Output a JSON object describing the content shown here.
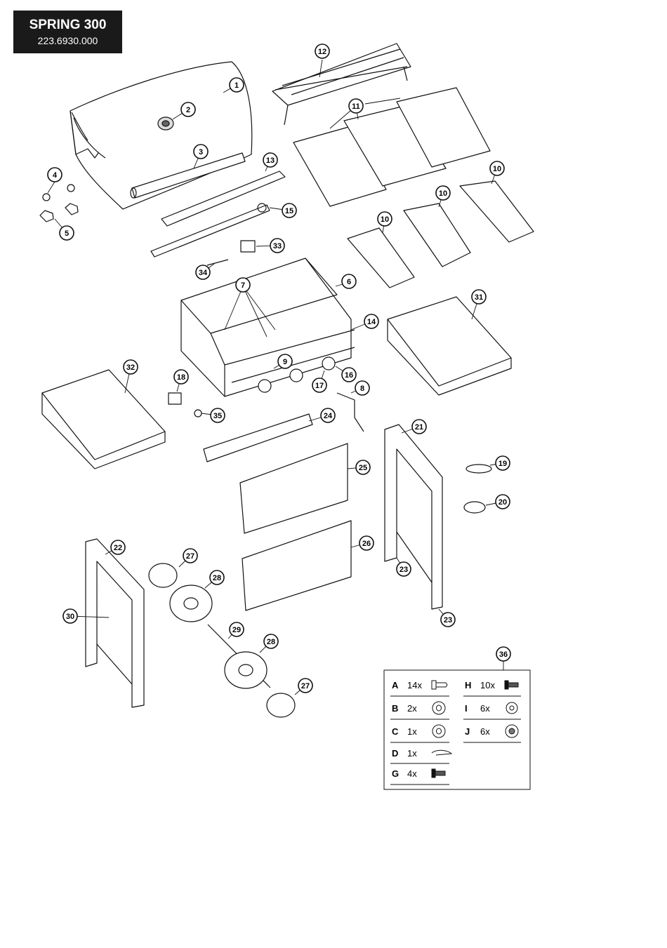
{
  "title": {
    "model": "SPRING 300",
    "part_number": "223.6930.000"
  },
  "callouts": [
    "1",
    "2",
    "3",
    "4",
    "5",
    "6",
    "7",
    "8",
    "9",
    "10",
    "11",
    "12",
    "13",
    "14",
    "15",
    "16",
    "17",
    "18",
    "19",
    "20",
    "21",
    "22",
    "23",
    "24",
    "25",
    "26",
    "27",
    "28",
    "29",
    "30",
    "31",
    "32",
    "33",
    "34",
    "35",
    "36"
  ],
  "hardware_kit": {
    "callout": "36",
    "left": [
      {
        "letter": "A",
        "qty": "14x",
        "icon": "screw-icon"
      },
      {
        "letter": "B",
        "qty": "2x",
        "icon": "washer-icon"
      },
      {
        "letter": "C",
        "qty": "1x",
        "icon": "washer-icon"
      },
      {
        "letter": "D",
        "qty": "1x",
        "icon": "hair-pin-clip-icon"
      },
      {
        "letter": "G",
        "qty": "4x",
        "icon": "bolt-icon"
      }
    ],
    "right": [
      {
        "letter": "H",
        "qty": "10x",
        "icon": "bolt-icon"
      },
      {
        "letter": "I",
        "qty": "6x",
        "icon": "lock-washer-icon"
      },
      {
        "letter": "J",
        "qty": "6x",
        "icon": "nut-icon"
      }
    ]
  },
  "colors": {
    "ink": "#111111",
    "title_bg": "#1a1a1a",
    "background": "#ffffff"
  }
}
